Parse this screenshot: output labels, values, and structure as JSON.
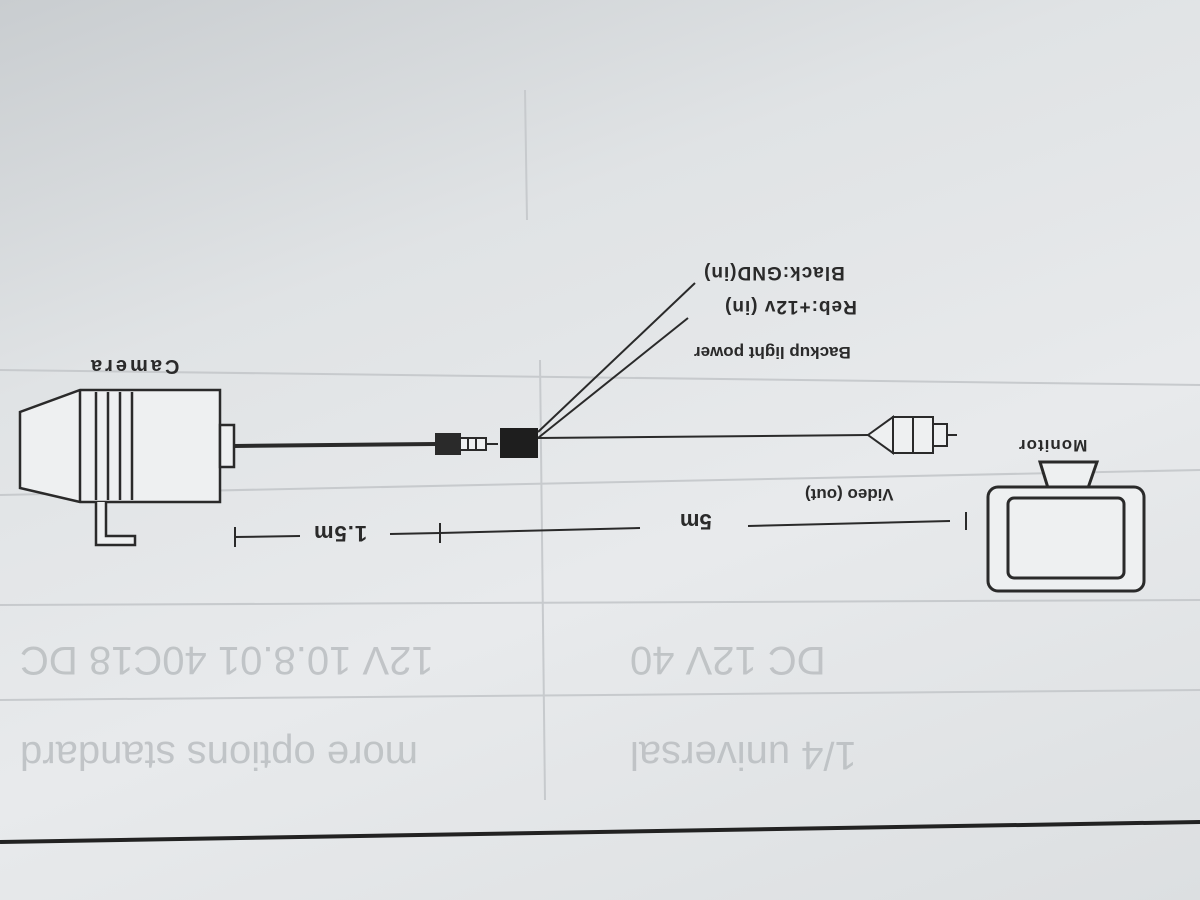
{
  "labels": {
    "camera": "Camera",
    "monitor": "Monitor",
    "video_out": "Video (out)",
    "backup_light_power": "Backup light power",
    "red_wire": "Reb:+12v (in)",
    "black_wire": "Black:GND(in)",
    "length_total": "5m",
    "length_camera_cable": "1.5m"
  },
  "bleed_through": {
    "row1_left": "12V 10.8.01 40C18 DC",
    "row1_right": "DC 12V 40",
    "row2_left": "more options standard",
    "row2_right": "1/4 universal"
  },
  "colors": {
    "line": "#2a2a2a",
    "paper": "#e4e6e8",
    "bleed": "#b4b8bb"
  }
}
